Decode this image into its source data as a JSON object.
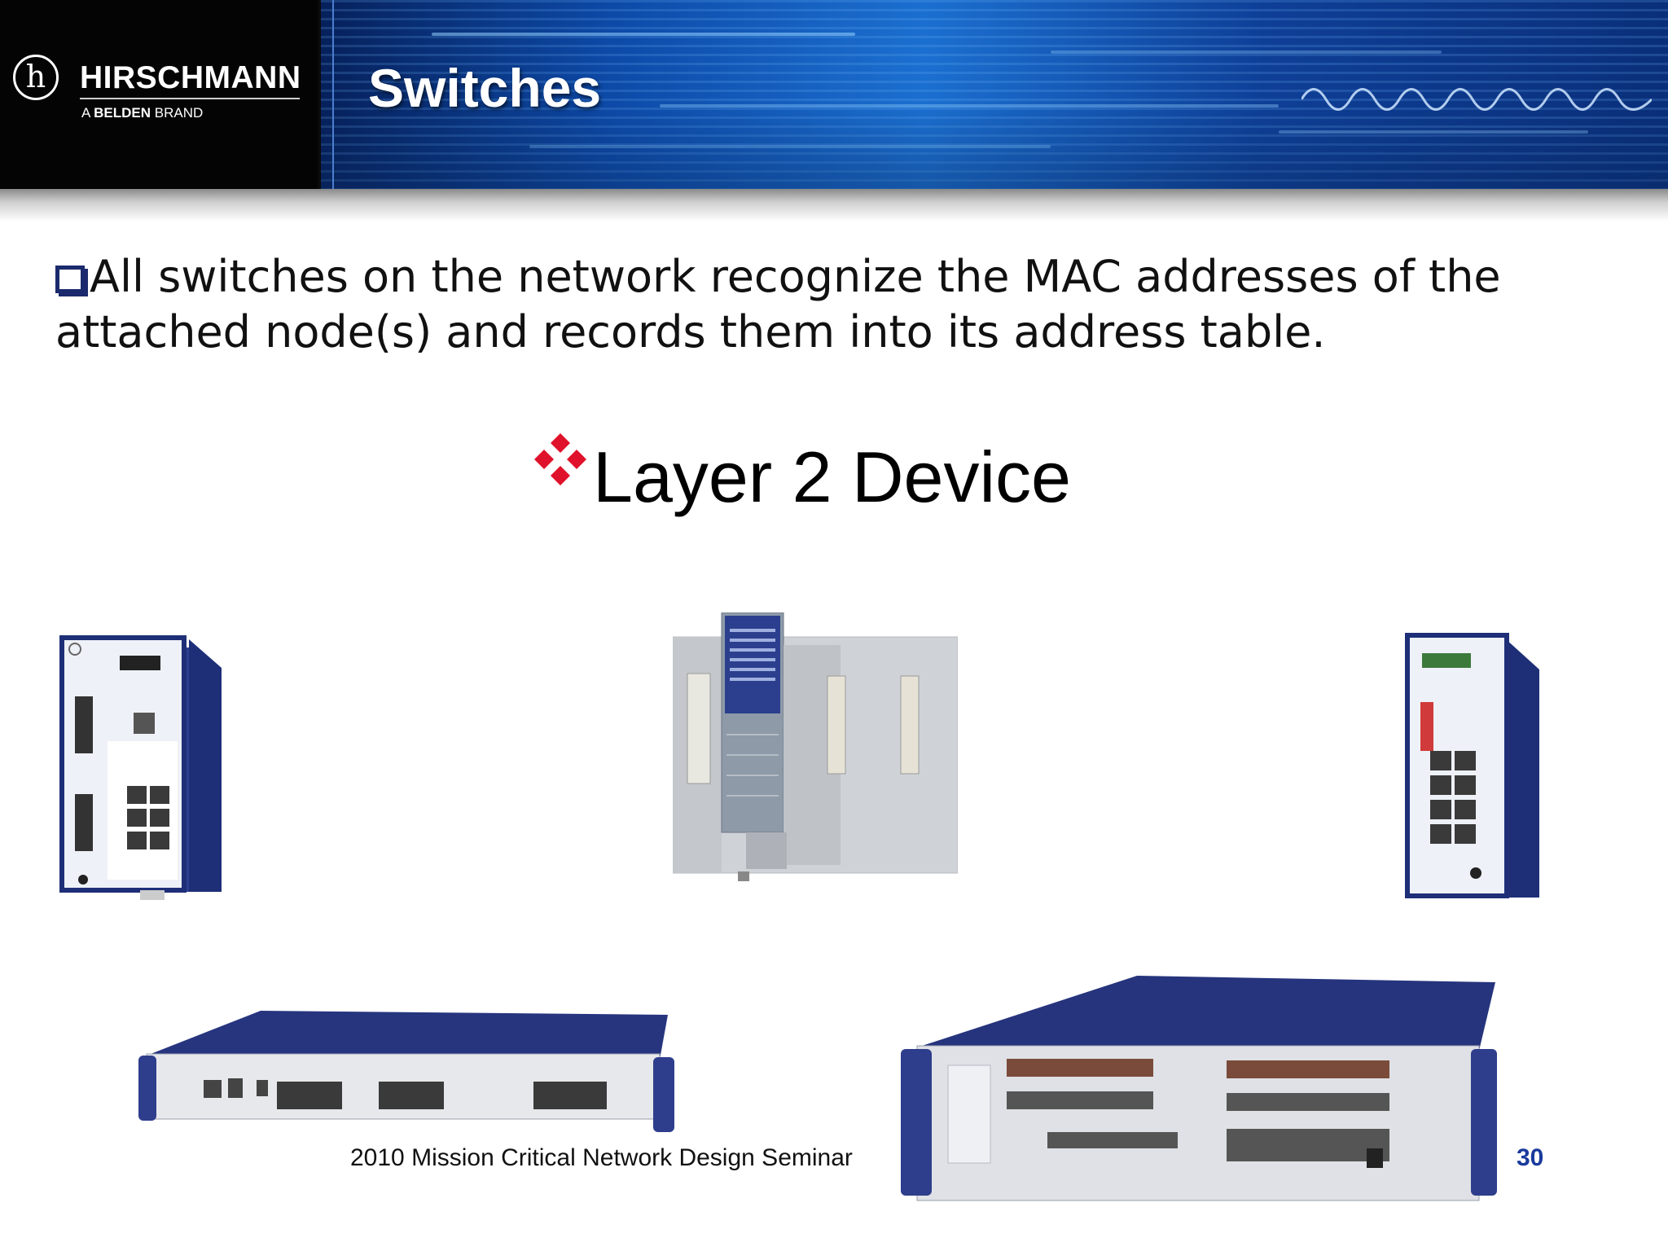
{
  "header": {
    "brand_name": "HIRSCHMANN",
    "brand_sub_prefix": "A ",
    "brand_sub_bold": "BELDEN",
    "brand_sub_suffix": " BRAND",
    "logo_letter": "h",
    "title": "Switches"
  },
  "body": {
    "bullet_icon": "square-bullet-icon",
    "bullet_text": "All switches on the network recognize the MAC addresses of the attached node(s) and records them into its address table.",
    "sub_icon": "diamond-cluster-icon",
    "sub_text": "Layer 2 Device"
  },
  "devices": [
    {
      "name": "din-rail-switch-left"
    },
    {
      "name": "modular-switch-center"
    },
    {
      "name": "din-rail-switch-right"
    },
    {
      "name": "rack-switch-1u"
    },
    {
      "name": "rack-switch-2u"
    }
  ],
  "footer": {
    "text": "2010 Mission Critical Network Design Seminar",
    "page_number": "30"
  },
  "colors": {
    "header_black": "#040404",
    "banner_blue": "#0d4aa8",
    "title_text": "#ffffff",
    "bullet_navy": "#1a2a6c",
    "diamond_red": "#e0112a",
    "page_number_blue": "#1a3a9c"
  }
}
